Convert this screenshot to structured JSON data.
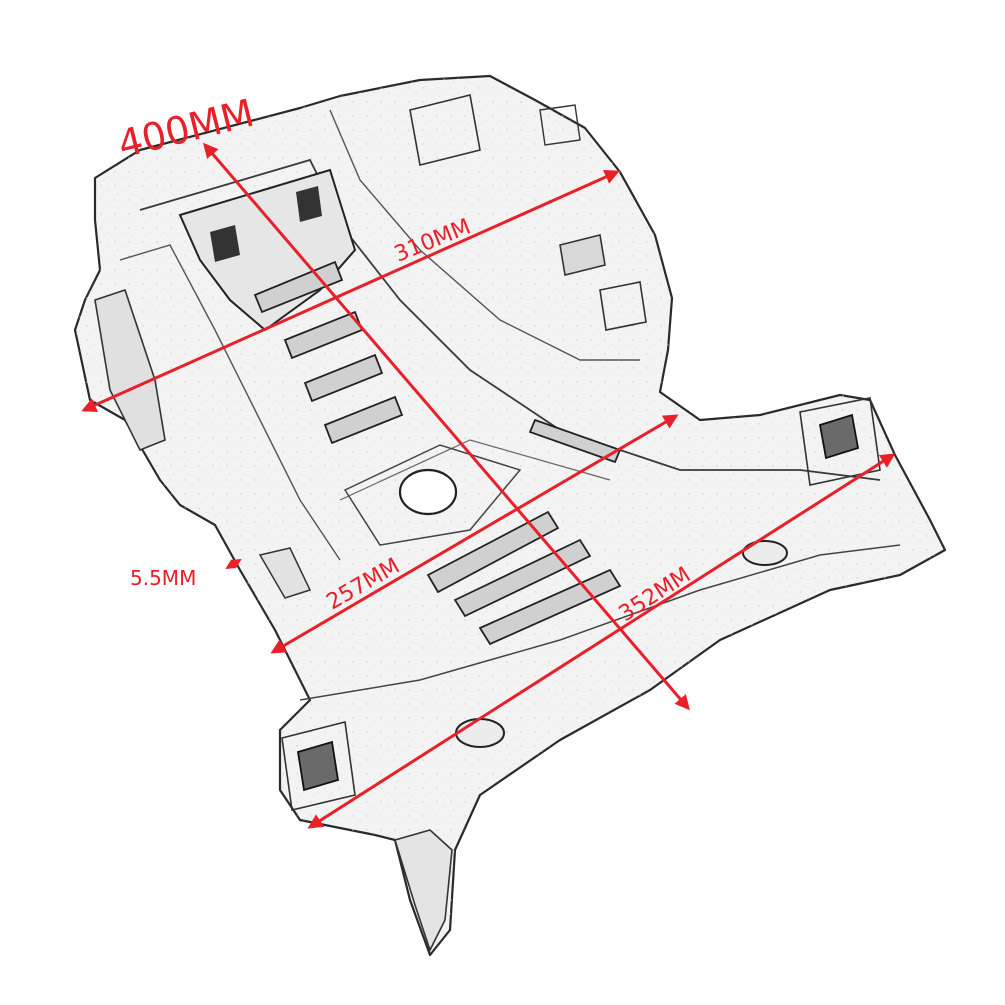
{
  "accent_color": "#e8202a",
  "dimensions": {
    "overall_length": "400MM",
    "upper_width": "310MM",
    "middle_width": "257MM",
    "lower_length": "352MM",
    "thickness": "5.5MM"
  }
}
